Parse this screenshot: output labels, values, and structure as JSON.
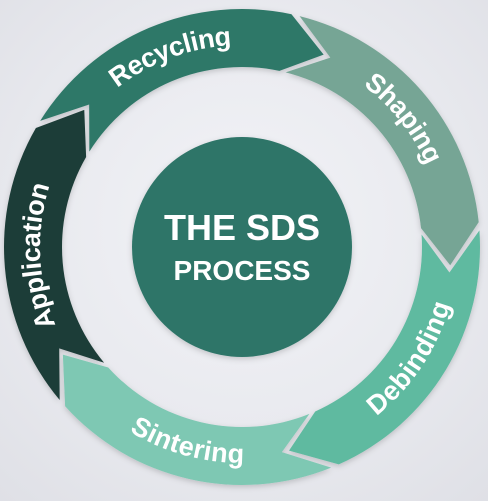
{
  "center": {
    "line1": "THE SDS",
    "line2": "PROCESS"
  },
  "segments": [
    {
      "label": "Recycling",
      "color": "#2e7868"
    },
    {
      "label": "Shaping",
      "color": "#76a595"
    },
    {
      "label": "Debinding",
      "color": "#5fbaa0"
    },
    {
      "label": "Sintering",
      "color": "#7ec8b3"
    },
    {
      "label": "Application",
      "color": "#1f3c37"
    }
  ],
  "center_color": "#2f7568"
}
